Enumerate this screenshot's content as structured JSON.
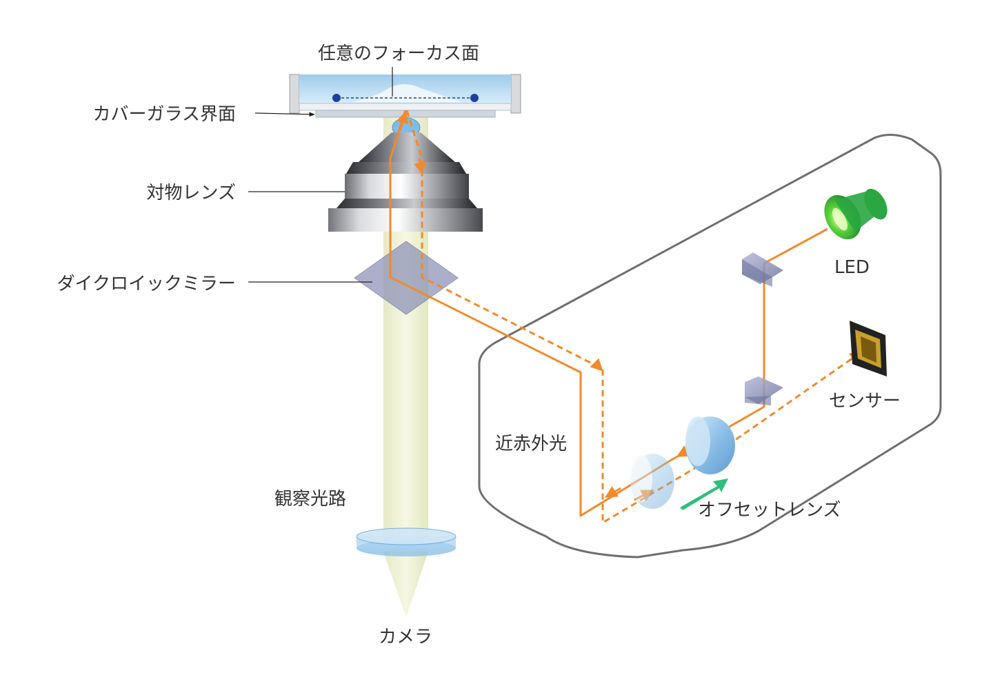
{
  "labels": {
    "focus_plane": "任意のフォーカス面",
    "cover_glass": "カバーガラス界面",
    "objective": "対物レンズ",
    "dichroic": "ダイクロイックミラー",
    "nir": "近赤外光",
    "observation_path": "観察光路",
    "camera": "カメラ",
    "led": "LED",
    "sensor": "センサー",
    "offset_lens": "オフセットレンズ"
  },
  "colors": {
    "beam": "#f08a2c",
    "observation_beam": "#e7ebc4",
    "enclosure": "#6e6e6e",
    "led": "#3fc23f",
    "arrow_green": "#2fbf7c",
    "focus_dot": "#1e3f9e",
    "glass": "#cfe6f6"
  }
}
